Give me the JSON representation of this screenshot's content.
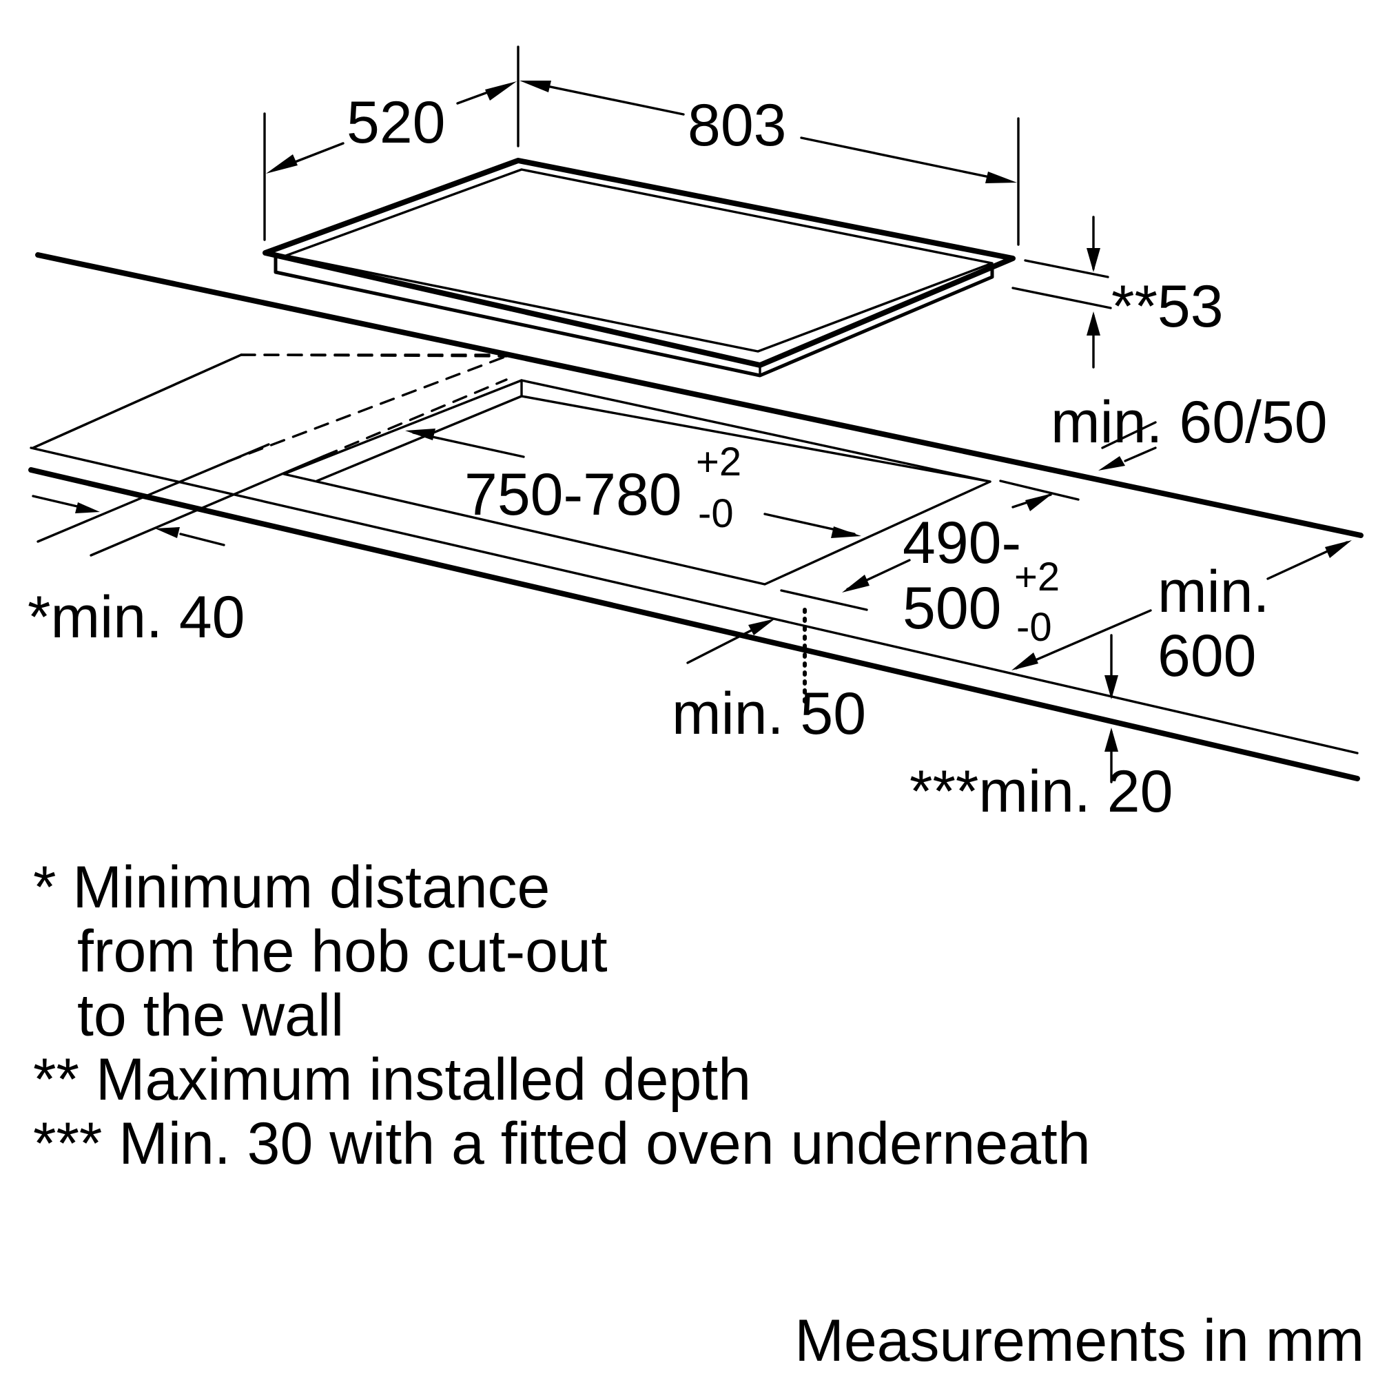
{
  "dimensions": {
    "hob_depth": "520",
    "hob_width": "803",
    "max_installed_depth": "**53",
    "front_distance": "min. 60/50",
    "cutout_width": "750-780",
    "cutout_width_tol_plus": "+2",
    "cutout_width_tol_minus": "-0",
    "cutout_depth_line1": "490-",
    "cutout_depth_line2": "500",
    "cutout_depth_tol_plus": "+2",
    "cutout_depth_tol_minus": "-0",
    "worktop_depth_line1": "min.",
    "worktop_depth_line2": "600",
    "wall_distance": "*min. 40",
    "side_distance": "min. 50",
    "worktop_thickness": "***min. 20"
  },
  "notes": {
    "note1_line1": "* Minimum distance",
    "note1_line2": "from the hob cut-out",
    "note1_line3": "to the wall",
    "note2": "** Maximum installed depth",
    "note3": "*** Min. 30 with a fitted oven underneath"
  },
  "footer": "Measurements in mm"
}
